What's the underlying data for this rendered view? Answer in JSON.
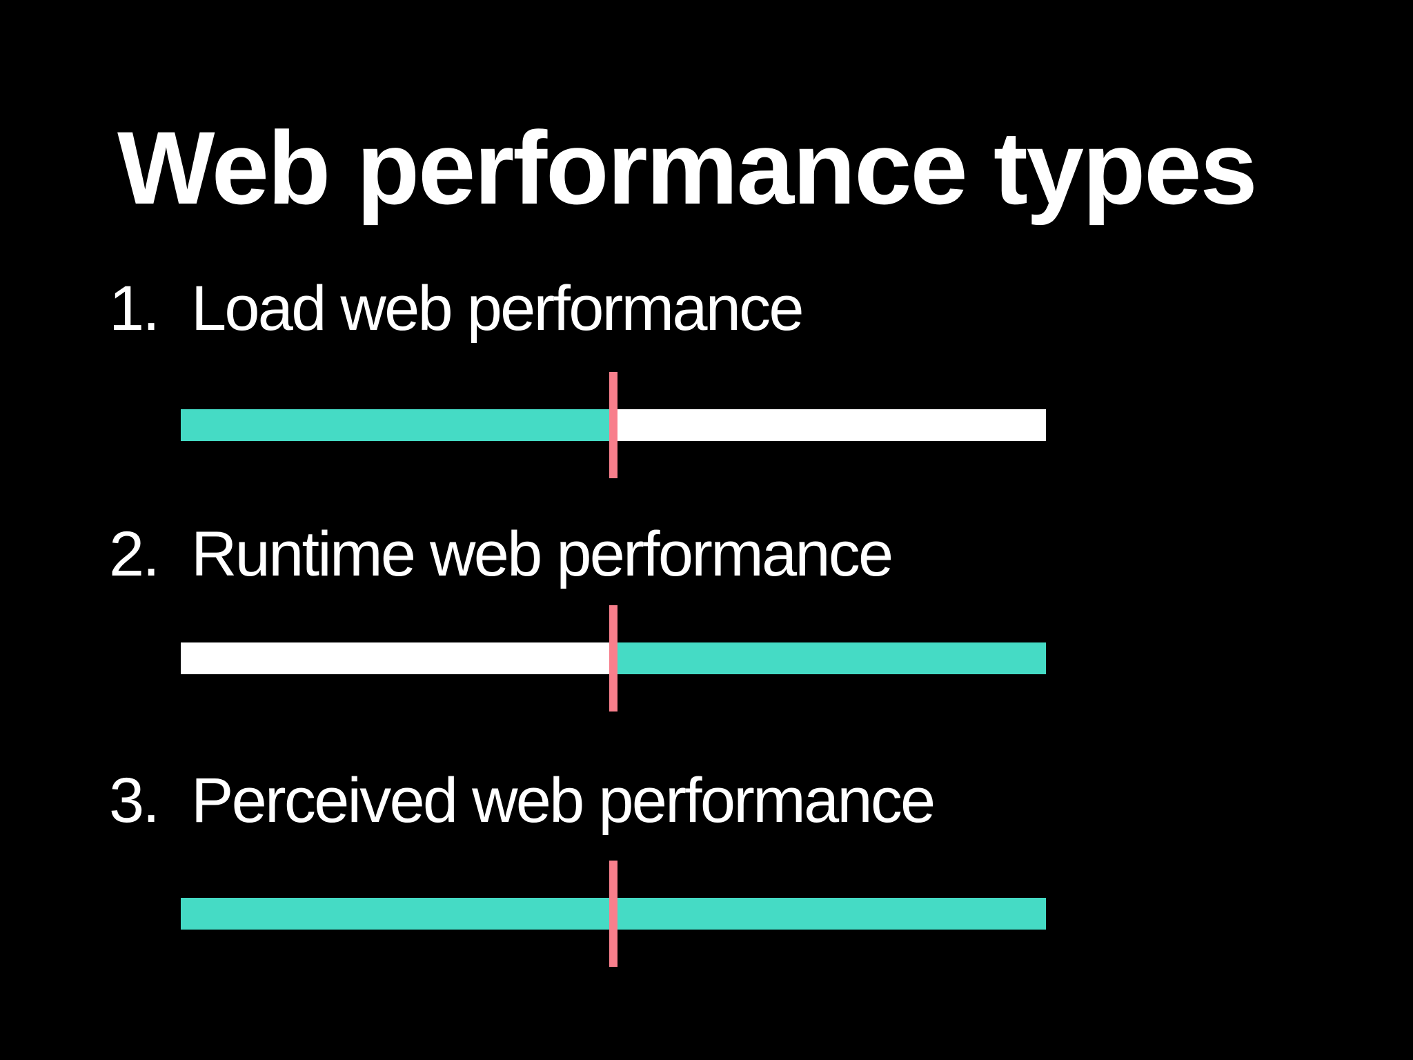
{
  "slide": {
    "title": "Web performance types",
    "background": "#000000",
    "text_color": "#FFFFFF",
    "colors": {
      "teal": "#45DBC5",
      "white": "#FFFFFF",
      "marker": "#F87F8C"
    },
    "items": [
      {
        "number": "1.",
        "label": "Load web performance",
        "bar": {
          "segments": [
            {
              "color": "teal",
              "width_pct": 50
            },
            {
              "color": "white",
              "width_pct": 50
            }
          ],
          "marker_pct": 50
        }
      },
      {
        "number": "2.",
        "label": "Runtime web performance",
        "bar": {
          "segments": [
            {
              "color": "white",
              "width_pct": 50
            },
            {
              "color": "teal",
              "width_pct": 50
            }
          ],
          "marker_pct": 50
        }
      },
      {
        "number": "3.",
        "label": "Perceived web performance",
        "bar": {
          "segments": [
            {
              "color": "teal",
              "width_pct": 100
            }
          ],
          "marker_pct": 50
        }
      }
    ]
  }
}
